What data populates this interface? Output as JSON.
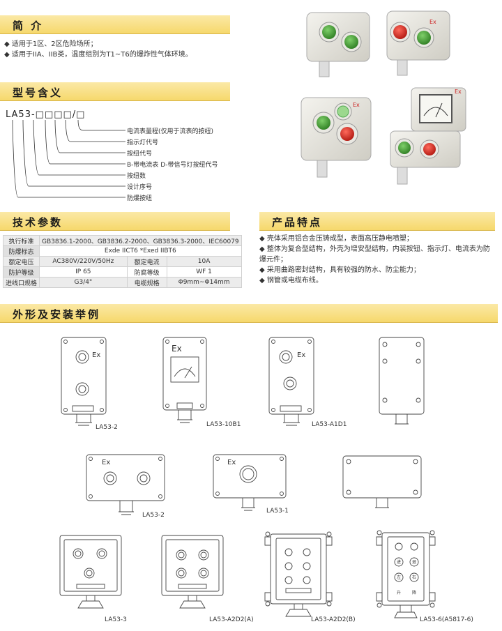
{
  "intro": {
    "title": "简 介",
    "bullets": [
      "适用于1区、2区危险场所；",
      "适用于IIA、IIB类，温度组别为T1~T6的爆炸性气体环境。"
    ]
  },
  "model": {
    "title": "型号含义",
    "code": "LA53-□□□□/□",
    "labels": [
      "电流表量程(仅用于流表的按纽)",
      "指示灯代号",
      "按纽代号",
      "B-带电流表  D-带信号灯按纽代号",
      "按纽数",
      "设计序号",
      "防爆按纽"
    ]
  },
  "specs": {
    "title": "技术参数",
    "rows": [
      {
        "k": "执行标准",
        "v": "GB3836.1-2000、GB3836.2-2000、GB3836.3-2000、IEC60079"
      },
      {
        "k": "防爆标志",
        "v": "Exde IICT6 *Exed IIBT6"
      },
      {
        "k": "额定电压",
        "v": "AC380V/220V/50Hz",
        "k2": "额定电流",
        "v2": "10A"
      },
      {
        "k": "防护等级",
        "v": "IP 65",
        "k2": "防腐等级",
        "v2": "WF 1"
      },
      {
        "k": "进线口规格",
        "v": "G3/4\"",
        "k2": "电缆规格",
        "v2": "Φ9mm~Φ14mm"
      }
    ]
  },
  "features": {
    "title": "产品特点",
    "bullets": [
      "壳体采用铝合金压铸成型，表面高压静电喷塑；",
      "整体为复合型结构，外壳为增安型结构，内装按钮、指示灯、电流表为防爆元件；",
      "采用曲路密封结构，具有较强的防水、防尘能力；",
      "钢管或电缆布线。"
    ]
  },
  "examples": {
    "title": "外形及安装举例",
    "ex_mark": "Ex",
    "models": [
      "LA53-2",
      "LA53-10B1",
      "LA53-A1D1",
      "LA53-2",
      "LA53-1",
      "LA53-3",
      "LA53-A2D2(A)",
      "LA53-A2D2(B)",
      "LA53-6(A5817-6)"
    ],
    "button_chars": [
      "进",
      "退",
      "左",
      "右",
      "升",
      "降"
    ]
  },
  "colors": {
    "header_bg": "#f6d86c",
    "button_green": "#3c9a2e",
    "button_red": "#d0231d"
  }
}
